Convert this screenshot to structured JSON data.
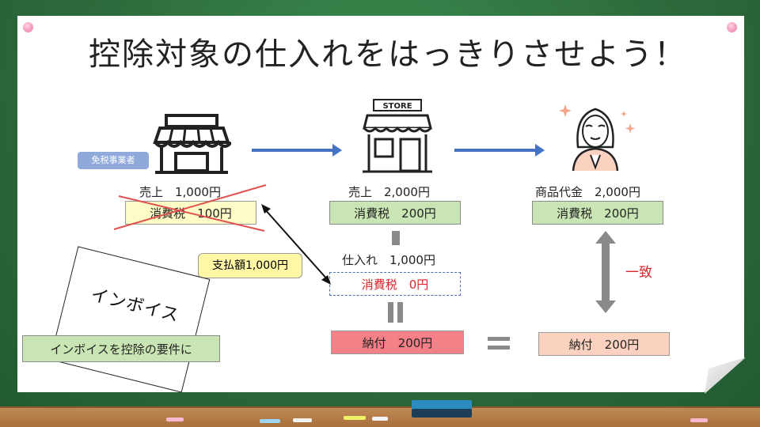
{
  "title": "控除対象の仕入れをはっきりさせよう！",
  "left": {
    "tag": "免税事業者",
    "sales_label": "売上　1,000円",
    "tax_box": "消費税　100円"
  },
  "callout": "支払額1,000円",
  "middle": {
    "store_sign": "STORE",
    "sales_label": "売上　2,000円",
    "tax_box": "消費税　200円",
    "purchase_label": "仕入れ　1,000円",
    "purchase_tax": "消費税　0円",
    "pay_box": "納付　200円"
  },
  "right": {
    "price_label": "商品代金　2,000円",
    "tax_box": "消費税　200円",
    "match_label": "一致",
    "pay_box": "納付　200円"
  },
  "invoice": {
    "doc_text": "インボイス",
    "requirement": "インボイスを控除の要件に"
  },
  "icons": {
    "shop": "shop-icon",
    "store": "store-icon",
    "customer": "customer-icon"
  },
  "colors": {
    "arrow": "#4472c4",
    "green_box": "#c9e5b4",
    "red_box": "#f58088",
    "salmon_box": "#fbd2bf",
    "strike": "#e05050"
  }
}
